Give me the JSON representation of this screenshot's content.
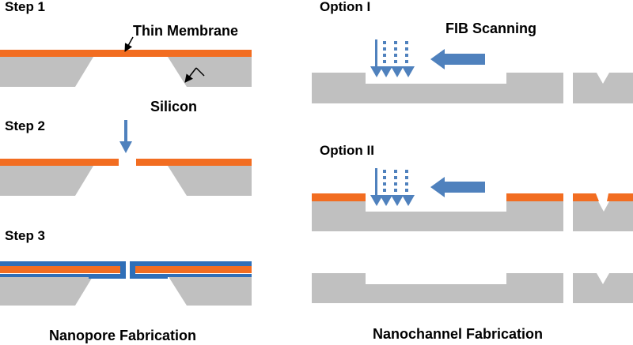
{
  "left_panel": {
    "step1": "Step 1",
    "step2": "Step 2",
    "step3": "Step 3",
    "thin_membrane": "Thin Membrane",
    "silicon": "Silicon",
    "caption": "Nanopore Fabrication"
  },
  "right_panel": {
    "option1": "Option I",
    "option2": "Option II",
    "fib_scanning": "FIB Scanning",
    "caption": "Nanochannel Fabrication"
  },
  "colors": {
    "silicon": "#c0c0c0",
    "membrane": "#f26d21",
    "coating": "#2f6fb8",
    "beam": "#4f81bd",
    "text": "#000000"
  }
}
